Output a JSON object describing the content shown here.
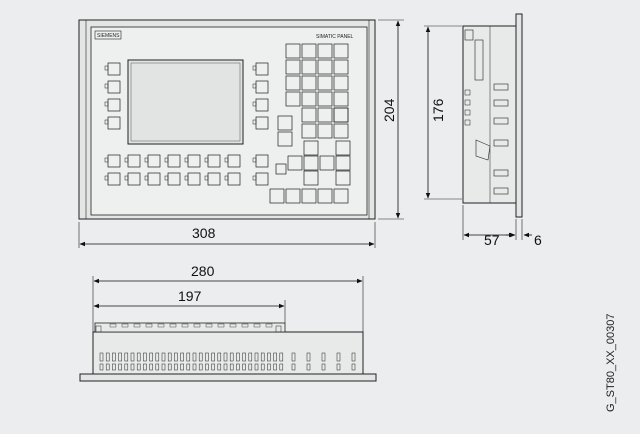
{
  "drawing": {
    "brand_label": "SIEMENS",
    "panel_label": "SIMATIC PANEL",
    "drawing_code": "G_ST80_XX_00307"
  },
  "dimensions": {
    "front_width": "308",
    "front_height": "204",
    "inner_height": "176",
    "depth": "57",
    "bezel_depth": "6",
    "bottom_width": "280",
    "bottom_partial": "197"
  }
}
